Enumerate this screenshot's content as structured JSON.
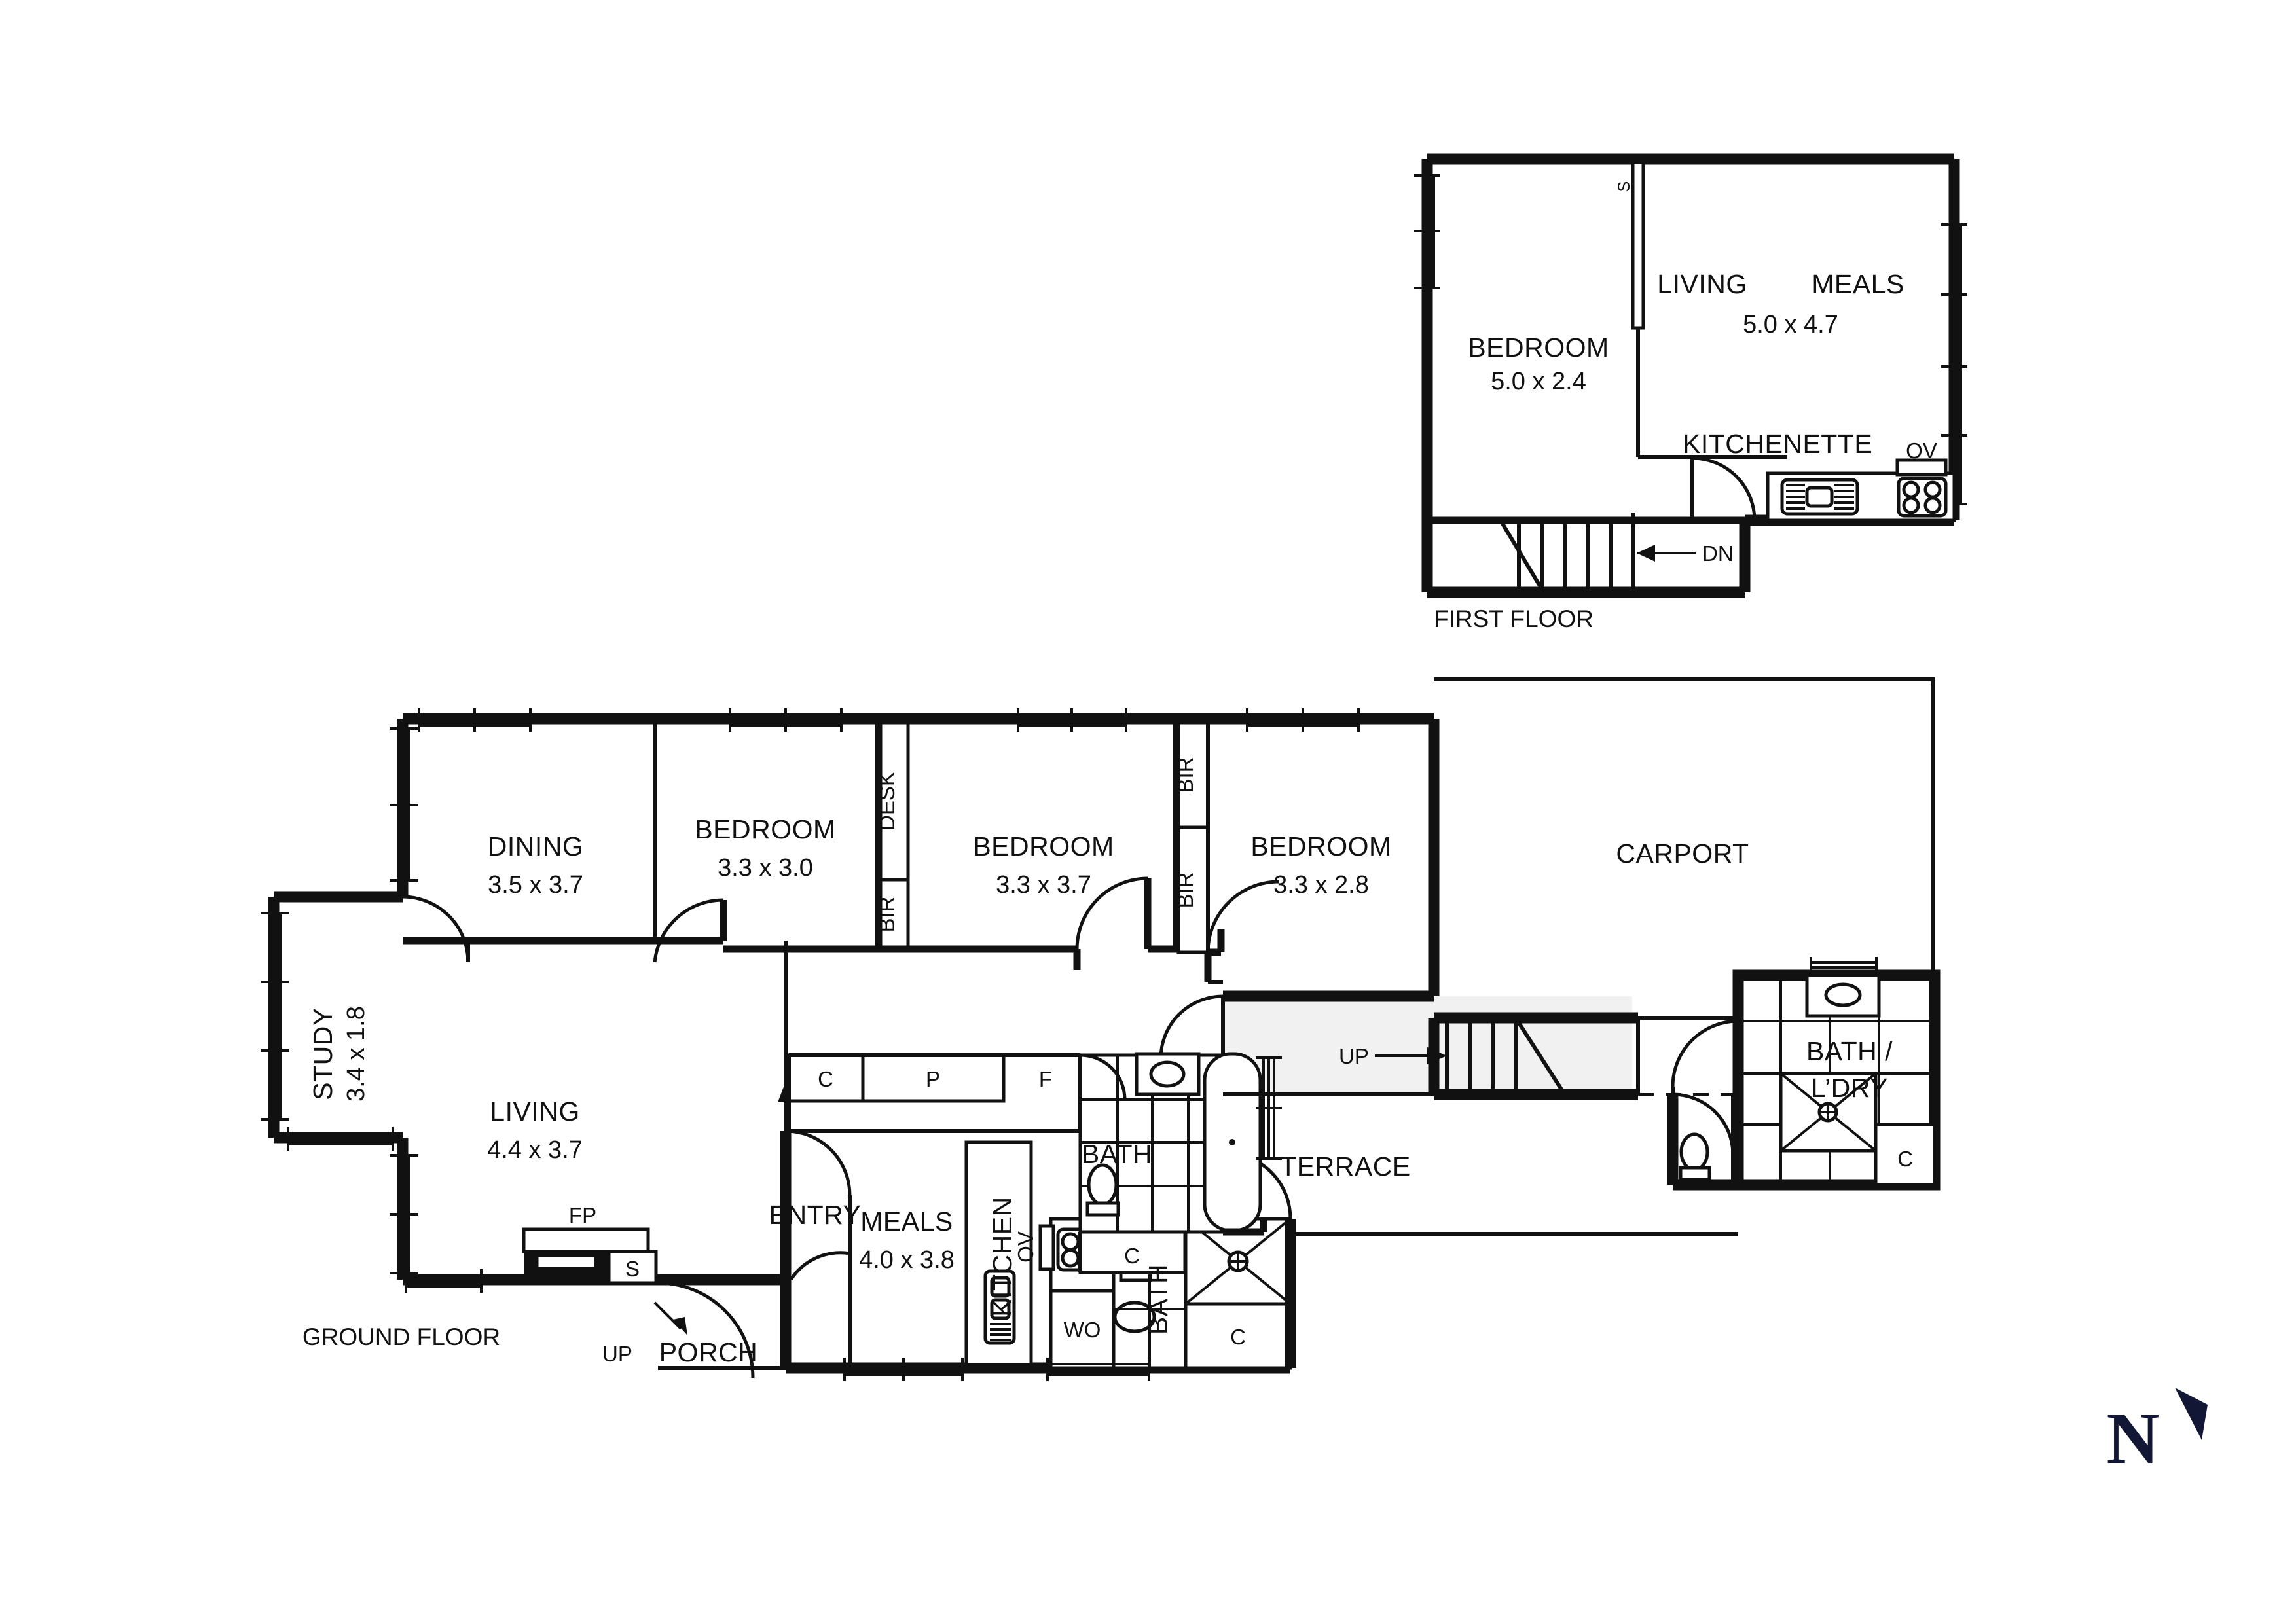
{
  "plan": {
    "background_color": "#ffffff",
    "line_color": "#111111",
    "terrace_fill": "#f1f1f1",
    "compass_color": "#121735"
  },
  "floors": [
    {
      "id": "first-floor",
      "label": "FIRST FLOOR",
      "rooms": [
        {
          "name": "BEDROOM",
          "dim": "5.0 x 2.4"
        },
        {
          "name": "LIVING",
          "dim": ""
        },
        {
          "name": "MEALS",
          "dim": "5.0 x 4.7"
        },
        {
          "name": "KITCHENETTE",
          "dim": ""
        }
      ],
      "annotations": [
        {
          "name": "stair-direction",
          "label": "DN"
        },
        {
          "name": "shelf-marker",
          "label": "S"
        },
        {
          "name": "oven-marker",
          "label": "OV"
        }
      ]
    },
    {
      "id": "ground-floor",
      "label": "GROUND FLOOR",
      "rooms": [
        {
          "name": "STUDY",
          "dim": "3.4 x 1.8"
        },
        {
          "name": "DINING",
          "dim": "3.5 x 3.7"
        },
        {
          "name": "BEDROOM",
          "dim": "3.3 x 3.0"
        },
        {
          "name": "BEDROOM",
          "dim": "3.3 x 3.7"
        },
        {
          "name": "BEDROOM",
          "dim": "3.3 x 2.8"
        },
        {
          "name": "LIVING",
          "dim": "4.4 x 3.7"
        },
        {
          "name": "MEALS",
          "dim": "4.0 x 3.8"
        },
        {
          "name": "KITCHEN",
          "dim": ""
        },
        {
          "name": "ENTRY",
          "dim": ""
        },
        {
          "name": "PORCH",
          "dim": ""
        },
        {
          "name": "BATH",
          "dim": ""
        },
        {
          "name": "BATH",
          "dim": ""
        },
        {
          "name": "TERRACE",
          "dim": ""
        },
        {
          "name": "CARPORT",
          "dim": ""
        },
        {
          "name": "BATH / L'DRY",
          "dim": ""
        }
      ],
      "annotations": [
        {
          "name": "desk-label",
          "label": "DESK"
        },
        {
          "name": "bir-label-1",
          "label": "BIR"
        },
        {
          "name": "bir-label-2",
          "label": "BIR"
        },
        {
          "name": "bir-label-3",
          "label": "BIR"
        },
        {
          "name": "cupboard-label-1",
          "label": "C"
        },
        {
          "name": "pantry-label",
          "label": "P"
        },
        {
          "name": "fridge-label",
          "label": "F"
        },
        {
          "name": "cupboard-label-2",
          "label": "C"
        },
        {
          "name": "cupboard-label-3",
          "label": "C"
        },
        {
          "name": "cupboard-label-4",
          "label": "C"
        },
        {
          "name": "fireplace-label",
          "label": "FP"
        },
        {
          "name": "shelf-label",
          "label": "S"
        },
        {
          "name": "oven-label-1",
          "label": "OV"
        },
        {
          "name": "washer-label",
          "label": "WO"
        },
        {
          "name": "stair-up-terrace",
          "label": "UP"
        },
        {
          "name": "stair-up-porch",
          "label": "UP"
        }
      ]
    }
  ],
  "compass": {
    "label": "N"
  }
}
